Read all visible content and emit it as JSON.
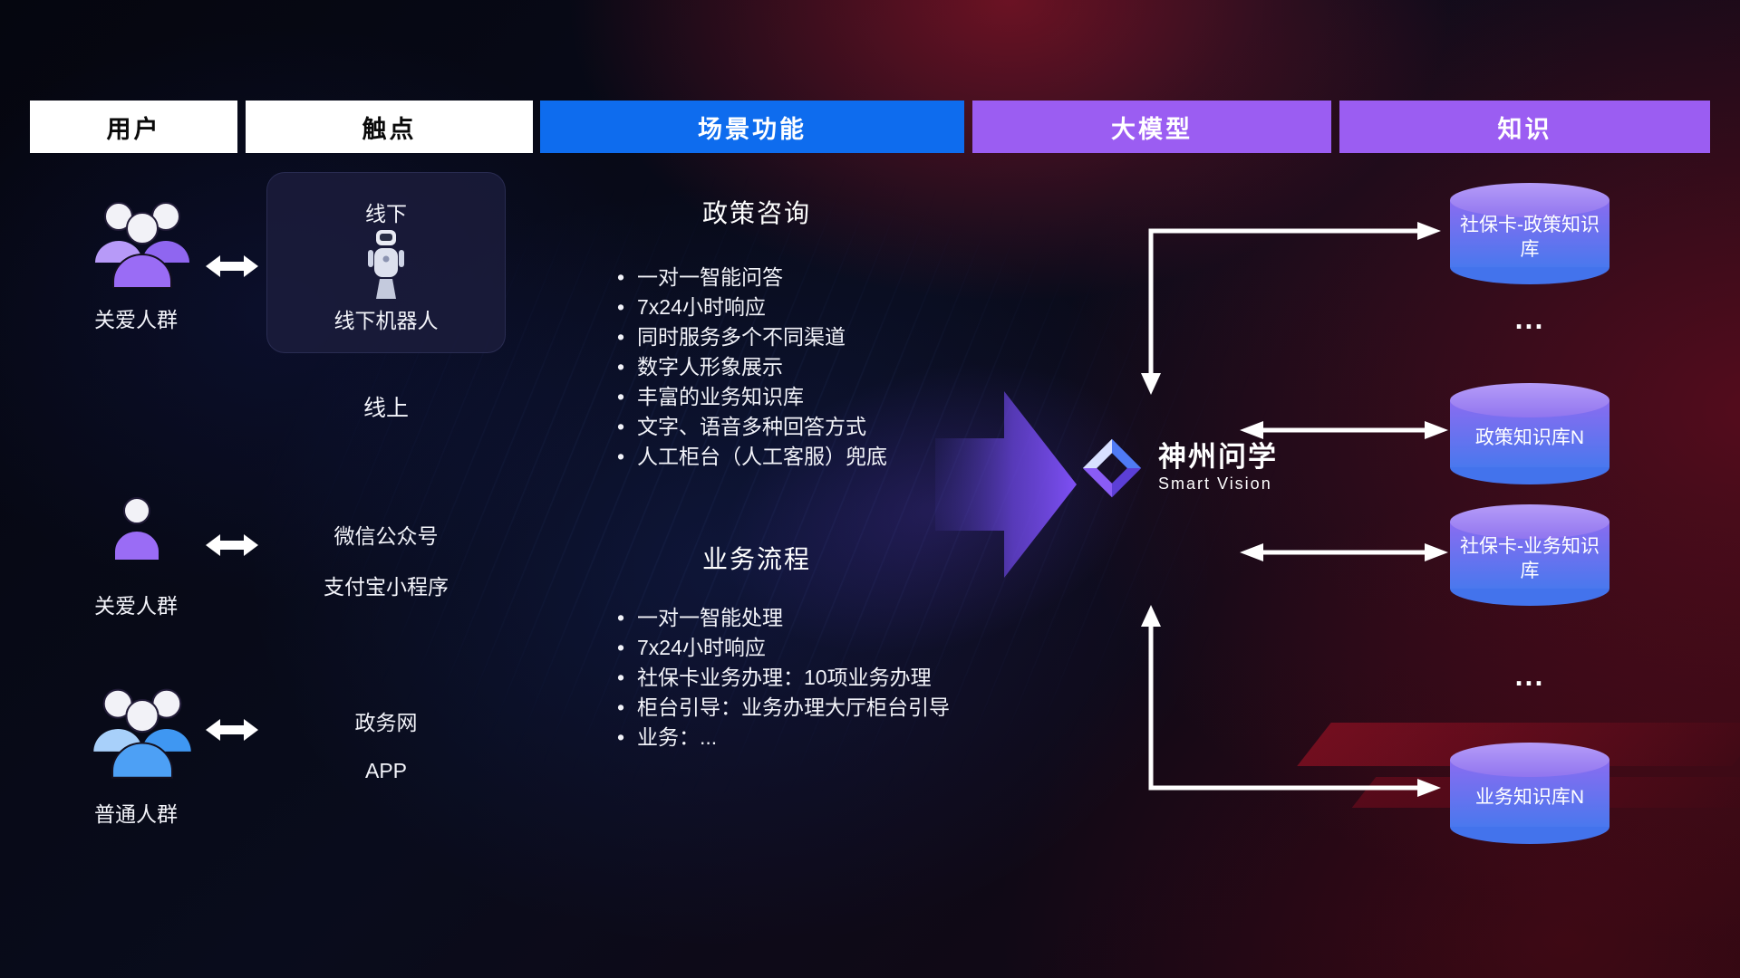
{
  "headers": {
    "users": "用户",
    "touchpoints": "触点",
    "functions": "场景功能",
    "model": "大模型",
    "knowledge": "知识"
  },
  "users": {
    "group1_label": "关爱人群",
    "group2_label": "关爱人群",
    "group3_label": "普通人群"
  },
  "touchpoints": {
    "offline_title": "线下",
    "offline_robot": "线下机器人",
    "online_title": "线上",
    "wechat": "微信公众号",
    "alipay": "支付宝小程序",
    "gov": "政务网",
    "app": "APP"
  },
  "functions": {
    "policy_title": "政策咨询",
    "policy_items": [
      "一对一智能问答",
      "7x24小时响应",
      "同时服务多个不同渠道",
      "数字人形象展示",
      "丰富的业务知识库",
      "文字、语音多种回答方式",
      "人工柜台（人工客服）兜底"
    ],
    "business_title": "业务流程",
    "business_items": [
      "一对一智能处理",
      "7x24小时响应",
      "社保卡业务办理：10项业务办理",
      "柜台引导：业务办理大厅柜台引导",
      "业务：..."
    ]
  },
  "model": {
    "name": "神州问学",
    "subtitle": "Smart Vision"
  },
  "knowledge": {
    "db1": "社保卡-政策知识库",
    "dots1": "...",
    "db2": "政策知识库N",
    "db3": "社保卡-业务知识库",
    "dots2": "...",
    "db4": "业务知识库N"
  },
  "icons": {
    "group_purple": "group-people-icon",
    "person_purple": "person-icon",
    "group_blue": "group-people-icon",
    "robot": "robot-icon",
    "logo": "diamond-logo-icon"
  },
  "colors": {
    "header_blue": "#0e6cee",
    "header_purple": "#9b5df2",
    "cylinder_top": "#a78df5",
    "cylinder_body_start": "#8a6cf0",
    "cylinder_body_end": "#4a78ee",
    "flow_arrow_purple": "#8453ff",
    "user_purple": "#9a6cf5",
    "user_blue": "#4da0f5",
    "arrow_white": "#ffffff"
  }
}
